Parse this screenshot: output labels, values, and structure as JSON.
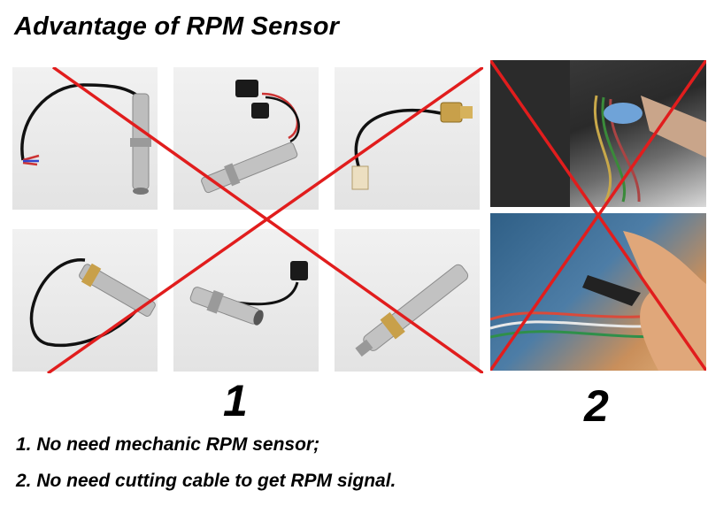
{
  "title": "Advantage of RPM Sensor",
  "groups": {
    "group1_label": "1",
    "group2_label": "2"
  },
  "notes": [
    "1. No need mechanic RPM sensor;",
    "2. No need cutting cable to get RPM signal."
  ],
  "colors": {
    "cross": "#e11d1d",
    "sensor_metal": "#b8b8b8",
    "cable": "#111111"
  }
}
